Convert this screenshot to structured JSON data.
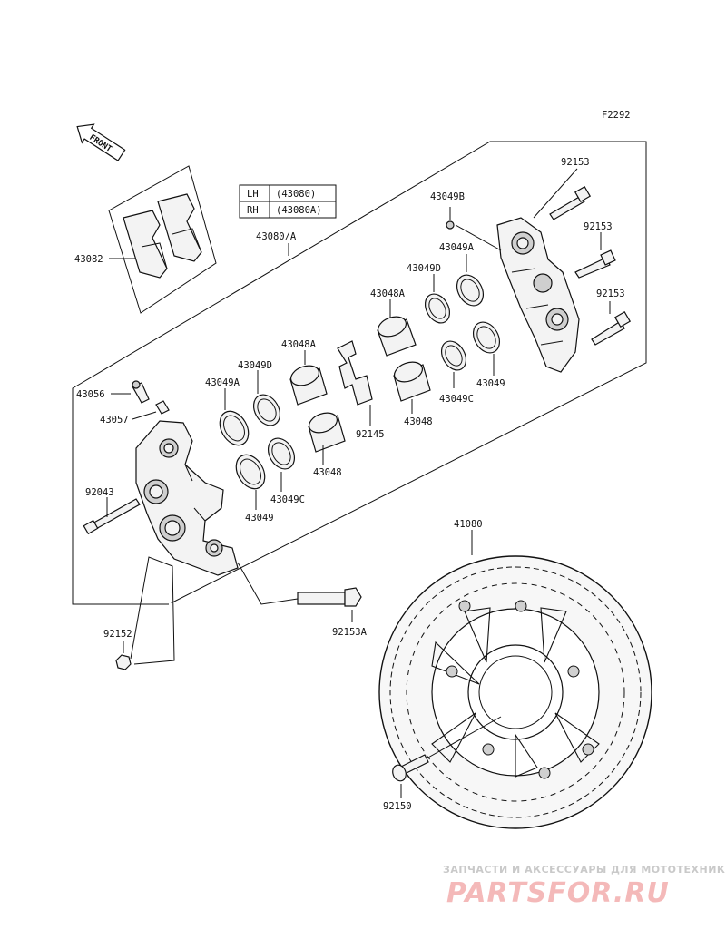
{
  "figure_code": "F2292",
  "front_label": "FRONT",
  "variant_table": {
    "rows": [
      {
        "side": "LH",
        "part": "(43080)"
      },
      {
        "side": "RH",
        "part": "(43080A)"
      }
    ]
  },
  "labels": {
    "p43082": "43082",
    "p43080a": "43080/A",
    "p43049b": "43049B",
    "p92153_1": "92153",
    "p92153_2": "92153",
    "p92153_3": "92153",
    "p43049a_r": "43049A",
    "p43049d_r": "43049D",
    "p43048a_r": "43048A",
    "p43048a_l": "43048A",
    "p43049d_l": "43049D",
    "p43049a_l": "43049A",
    "p43049_r": "43049",
    "p43049c_r": "43049C",
    "p43048_r": "43048",
    "p92145": "92145",
    "p43048_l": "43048",
    "p43049c_l": "43049C",
    "p43049_l": "43049",
    "p43056": "43056",
    "p43057": "43057",
    "p92043": "92043",
    "p92152": "92152",
    "p92153a": "92153A",
    "p41080": "41080",
    "p92150": "92150"
  },
  "watermark": {
    "line1": "ЗАПЧАСТИ И АКСЕССУАРЫ ДЛЯ МОТОТЕХНИКИ",
    "line2": "PARTSFOR.RU"
  }
}
